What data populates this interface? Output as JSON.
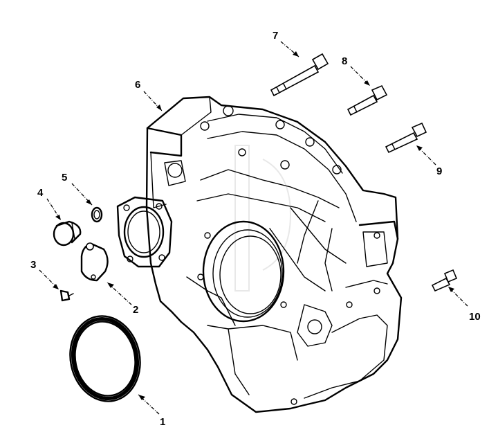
{
  "callouts": [
    {
      "id": "c1",
      "label": "1",
      "part": "rear-seal"
    },
    {
      "id": "c2",
      "label": "2",
      "part": "cover-plate"
    },
    {
      "id": "c3",
      "label": "3",
      "part": "cover-screw"
    },
    {
      "id": "c4",
      "label": "4",
      "part": "plug"
    },
    {
      "id": "c5",
      "label": "5",
      "part": "o-ring"
    },
    {
      "id": "c6",
      "label": "6",
      "part": "flywheel-housing"
    },
    {
      "id": "c7",
      "label": "7",
      "part": "long-capscrew"
    },
    {
      "id": "c8",
      "label": "8",
      "part": "capscrew"
    },
    {
      "id": "c9",
      "label": "9",
      "part": "capscrew"
    },
    {
      "id": "c10",
      "label": "10",
      "part": "short-capscrew"
    }
  ],
  "colors": {
    "line": "#000000",
    "background": "#ffffff",
    "watermark": "#cfcfcf"
  }
}
